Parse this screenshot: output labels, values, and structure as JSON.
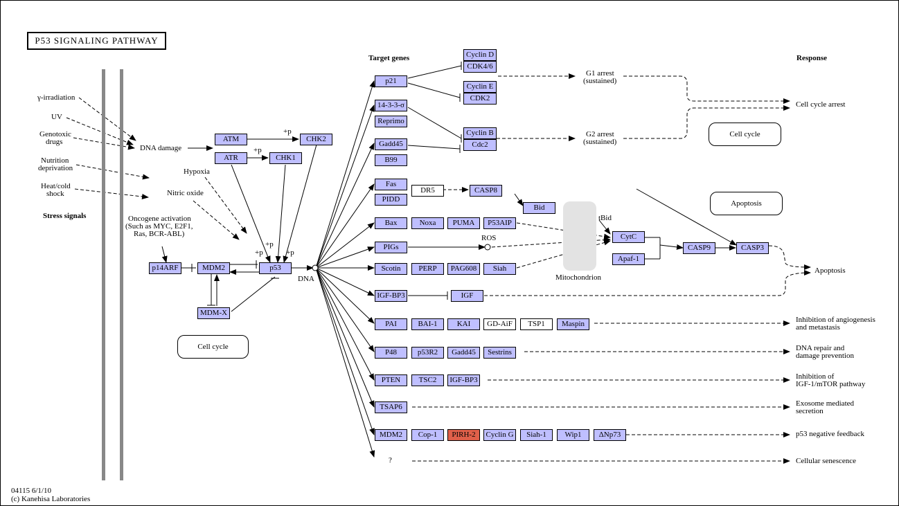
{
  "title": "P53 SIGNALING PATHWAY",
  "footer": {
    "id_date": "04115 6/1/10",
    "copyright": "(c) Kanehisa Laboratories"
  },
  "headers": {
    "stress": "Stress signals",
    "target": "Target genes",
    "response": "Response"
  },
  "colors": {
    "gene_fill": "#bfbfff",
    "highlight_fill": "#e0604a",
    "membrane": "#888888"
  },
  "stress": {
    "gamma": "γ-irradiation",
    "uv": "UV",
    "genotoxic1": "Genotoxic",
    "genotoxic2": "drugs",
    "nutrition1": "Nutrition",
    "nutrition2": "deprivation",
    "heat1": "Heat/cold",
    "heat2": "shock",
    "dna_damage": "DNA damage",
    "hypoxia": "Hypoxia",
    "nitric": "Nitric oxide",
    "onco1": "Oncogene activation",
    "onco2": "(Such as MYC, E2F1,",
    "onco3": "Ras, BCR-ABL)"
  },
  "labels": {
    "p": "+p",
    "dna": "DNA",
    "ros": "ROS",
    "tbid": "tBid",
    "mito": "Mitochondrion",
    "unknown": "?"
  },
  "core": {
    "atm": "ATM",
    "atr": "ATR",
    "chk2": "CHK2",
    "chk1": "CHK1",
    "p14arf": "p14ARF",
    "mdm2": "MDM2",
    "p53": "p53",
    "mdmx": "MDM-X",
    "cellcycle": "Cell cycle"
  },
  "genes": {
    "cyclin_d": "Cyclin D",
    "cdk46": "CDK4/6",
    "cyclin_e": "Cyclin E",
    "cdk2": "CDK2",
    "cyclin_b": "Cyclin B",
    "cdc2": "Cdc2",
    "p21": "p21",
    "s1433": "14-3-3-σ",
    "reprimo": "Reprimo",
    "gadd45": "Gadd45",
    "b99": "B99",
    "fas": "Fas",
    "pidd": "PIDD",
    "dr5": "DR5",
    "casp8": "CASP8",
    "bid": "Bid",
    "bax": "Bax",
    "noxa": "Noxa",
    "puma": "PUMA",
    "p53aip": "P53AIP",
    "cytc": "CytC",
    "apaf1": "Apaf-1",
    "casp9": "CASP9",
    "casp3": "CASP3",
    "pigs": "PIGs",
    "scotin": "Scotin",
    "perp": "PERP",
    "pag608": "PAG608",
    "siah": "Siah",
    "igfbp3": "IGF-BP3",
    "igf": "IGF",
    "pai": "PAI",
    "bai1": "BAI-1",
    "kai": "KAI",
    "gdaif": "GD-AiF",
    "tsp1": "TSP1",
    "maspin": "Maspin",
    "p48": "P48",
    "p53r2": "p53R2",
    "gadd45b": "Gadd45",
    "sestrins": "Sestrins",
    "pten": "PTEN",
    "tsc2": "TSC2",
    "igfbp3b": "IGF-BP3",
    "tsap6": "TSAP6",
    "mdm2b": "MDM2",
    "cop1": "Cop-1",
    "pirh2": "PIRH-2",
    "cyclin_g": "Cyclin G",
    "siah1": "Siah-1",
    "wip1": "Wip1",
    "dnp73": "ΔNp73"
  },
  "responses": {
    "g1a": "G1 arrest",
    "g1b": "(sustained)",
    "g2a": "G2 arrest",
    "g2b": "(sustained)",
    "cca": "Cell cycle arrest",
    "cellcycle": "Cell cycle",
    "apoptosis_box": "Apoptosis",
    "apoptosis": "Apoptosis",
    "angio1": "Inhibition of angiogenesis",
    "angio2": "and metastasis",
    "dna1": "DNA repair and",
    "dna2": "damage prevention",
    "igf1": "Inhibition of",
    "igf2": "IGF-1/mTOR pathway",
    "exo1": "Exosome mediated",
    "exo2": "secretion",
    "feedback": "p53 negative feedback",
    "senescence": "Cellular senescence"
  }
}
